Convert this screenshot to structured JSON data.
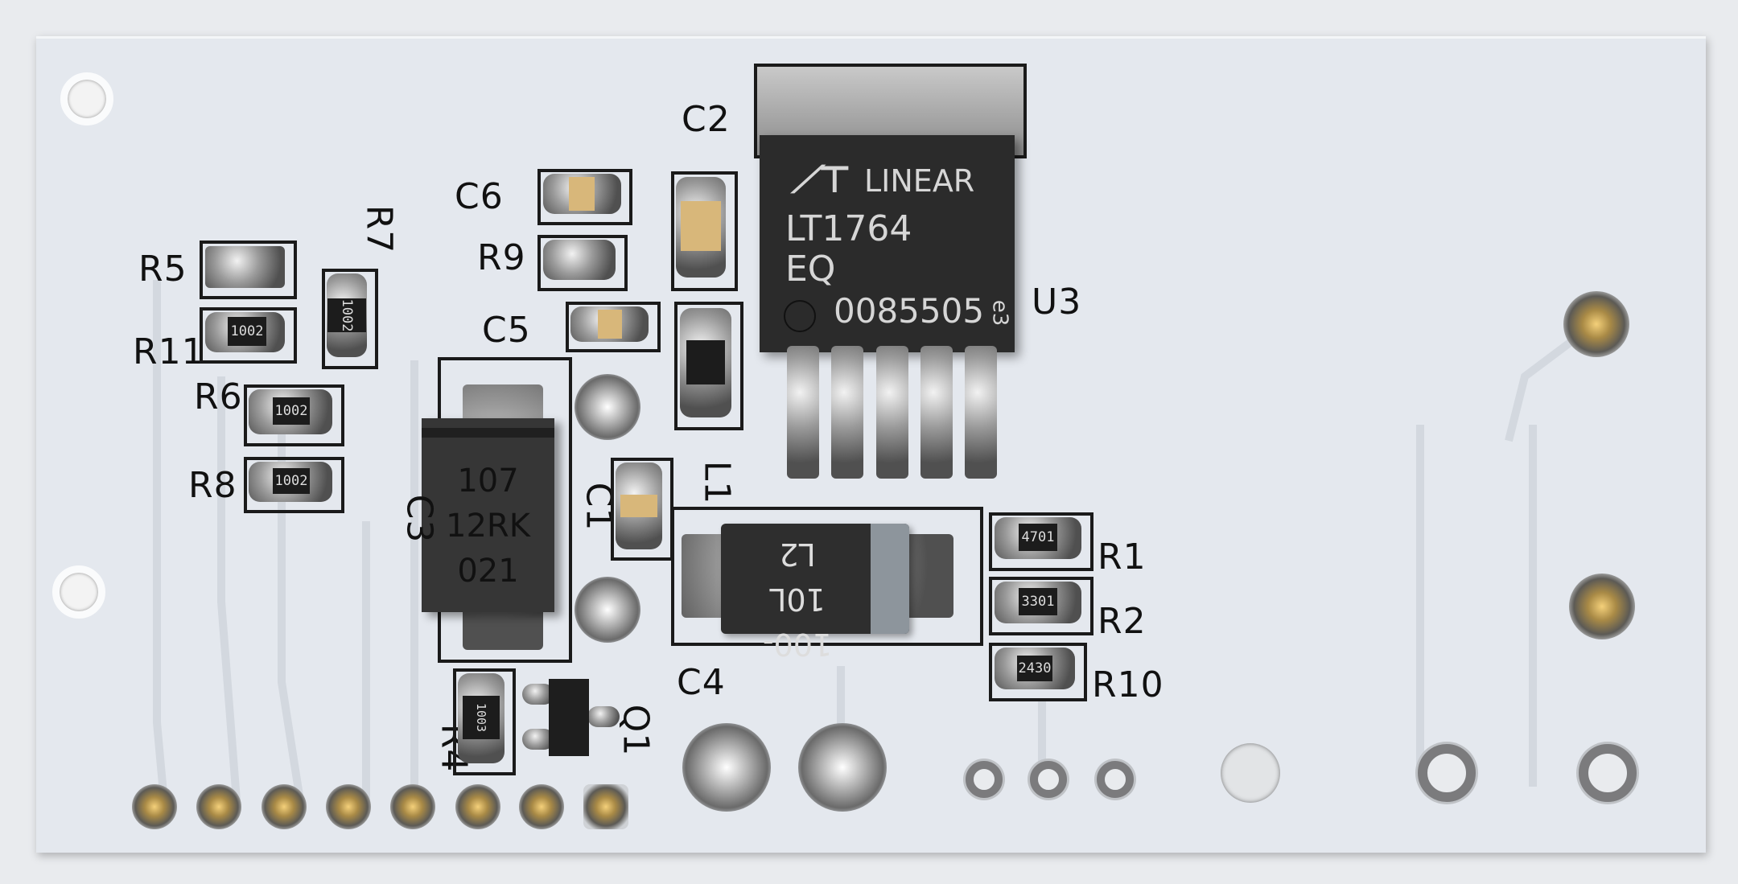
{
  "colors": {
    "board": "#e4e8ee",
    "silkscreen": "#111111",
    "chip": "#2a2a2a",
    "solder": "#9a9a9a",
    "ceramic": "#d8b77a"
  },
  "u3": {
    "label": "U3",
    "brand": "LINEAR",
    "part": "LT1764",
    "suffix": "EQ",
    "lot": "0085505",
    "mark": "e3"
  },
  "labels": {
    "c1": "C1",
    "c2": "C2",
    "c3": "C3",
    "c4": "C4",
    "c5": "C5",
    "c6": "C6",
    "l1": "L1",
    "q1": "Q1",
    "r1": "R1",
    "r2": "R2",
    "r4": "R4",
    "r5": "R5",
    "r6": "R6",
    "r7": "R7",
    "r8": "R8",
    "r9": "R9",
    "r10": "R10",
    "r11": "R11"
  },
  "resistor_codes": {
    "r1": "4701",
    "r2": "3301",
    "r10": "2430",
    "r4": "1003",
    "r7": "1002",
    "r11": "1002",
    "r6": "1002",
    "r8": "1002"
  },
  "c3_marking": [
    "107",
    "12RK",
    "021"
  ],
  "l2_marking": {
    "ref": "L2",
    "value": "100-10L"
  }
}
